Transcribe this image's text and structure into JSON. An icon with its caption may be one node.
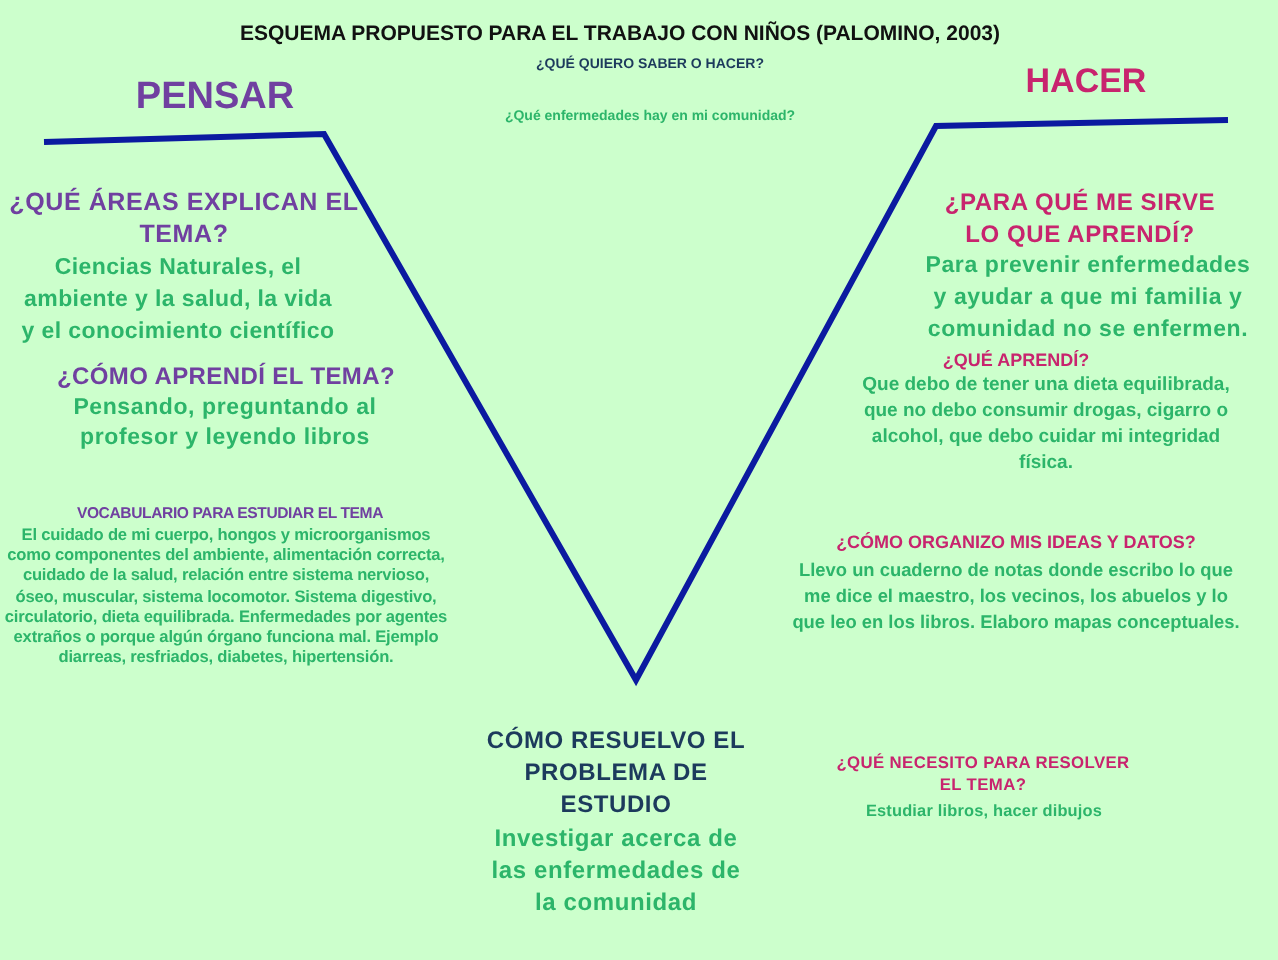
{
  "diagram": {
    "title": "ESQUEMA PROPUESTO PARA EL TRABAJO CON NIÑOS  (PALOMINO, 2003)",
    "labels": [
      "¿QUÉ QUIERO SABER O HACER?",
      "¿Qué enfermedades hay en mi comunidad?",
      "PENSAR",
      "¿QUÉ ÁREAS EXPLICAN EL TEMA?",
      "Ciencias Naturales, el ambiente y la salud, la vida y el conocimiento científico",
      "¿CÓMO APRENDÍ EL TEMA?",
      "Pensando, preguntando al profesor y leyendo libros",
      "VOCABULARIO PARA ESTUDIAR EL TEMA",
      "El cuidado de mi cuerpo, hongos y microorganismos como componentes del ambiente, alimentación correcta, cuidado de la salud, relación entre sistema nervioso, óseo, muscular, sistema locomotor. Sistema digestivo, circulatorio, dieta equilibrada. Enfermedades por agentes extraños o porque algún órgano funciona mal. Ejemplo diarreas, resfriados, diabetes, hipertensión.",
      "HACER",
      "¿PARA QUÉ ME SIRVE LO QUE APRENDÍ?",
      "Para prevenir enfermedades y ayudar a que mi familia y comunidad no se enfermen.",
      "¿QUÉ APRENDÍ?",
      "Que debo de tener una dieta equilibrada, que no debo consumir drogas, cigarro o alcohol, que debo cuidar mi integridad física.",
      "¿CÓMO ORGANIZO MIS IDEAS Y DATOS?",
      "Llevo un cuaderno de notas donde escribo lo que me dice el maestro, los vecinos, los abuelos y lo que leo en los libros. Elaboro mapas conceptuales.",
      "¿QUÉ NECESITO PARA RESOLVER EL TEMA?",
      "Estudiar libros, hacer dibujos",
      "CÓMO RESUELVO EL PROBLEMA DE ESTUDIO",
      "Investigar acerca de las enfermedades de la comunidad"
    ]
  }
}
